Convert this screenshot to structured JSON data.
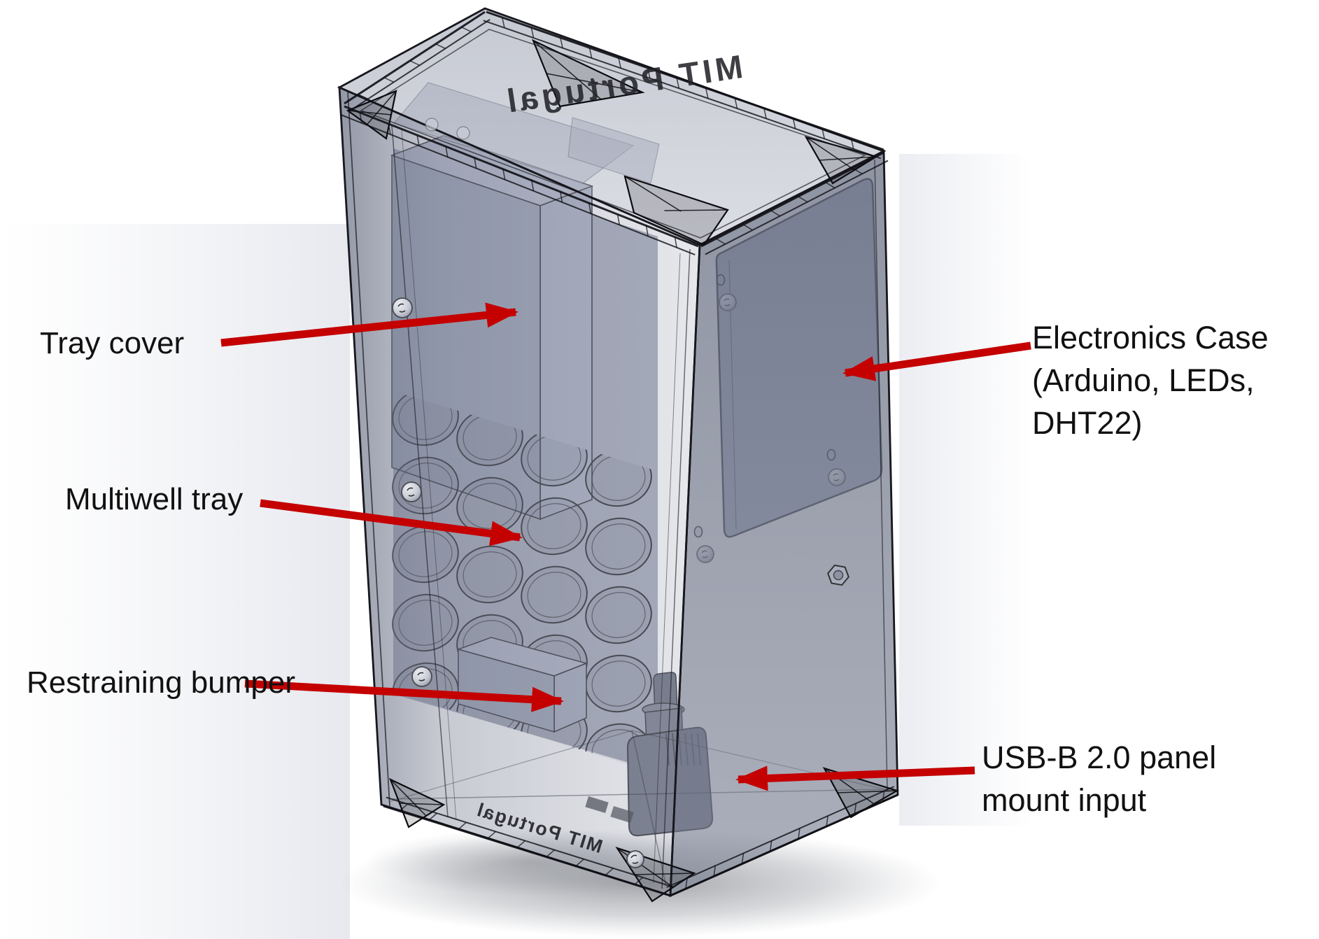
{
  "annotations": {
    "tray_cover": {
      "text": "Tray cover"
    },
    "multiwell_tray": {
      "text": "Multiwell tray"
    },
    "restraining_bumper": {
      "text": "Restraining bumper"
    },
    "electronics_case": {
      "line1": "Electronics Case",
      "line2": "(Arduino, LEDs,",
      "line3": "DHT22)"
    },
    "usb_input": {
      "line1": "USB-B 2.0 panel",
      "line2": "mount input"
    }
  },
  "engravings": {
    "lid_text_mirrored": "MIT Portugal",
    "base_text_mirrored": "MIT Portugal"
  },
  "colors": {
    "arrow": "#c40000",
    "label_text": "#111111",
    "enclosure_gray": "#8e95a9",
    "edge_dark": "#17171d"
  }
}
